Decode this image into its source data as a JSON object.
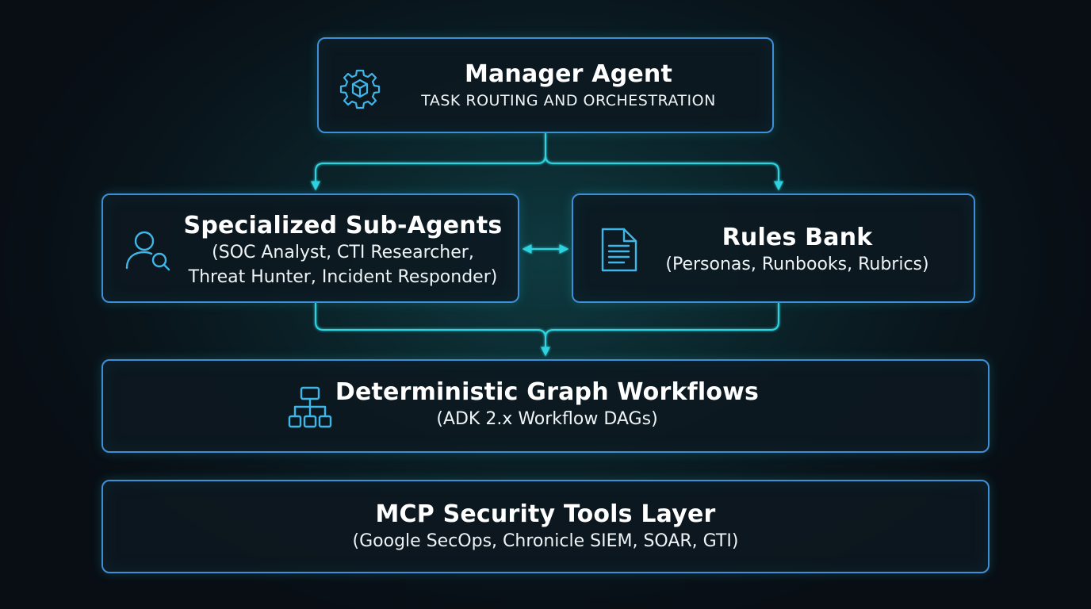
{
  "diagram": {
    "manager": {
      "title": "Manager Agent",
      "subtitle": "TASK ROUTING AND ORCHESTRATION",
      "icon": "gear-cube-icon"
    },
    "sub_agents": {
      "title": "Specialized Sub-Agents",
      "line1": "(SOC Analyst, CTI Researcher,",
      "line2": "Threat Hunter, Incident Responder)",
      "icon": "user-search-icon"
    },
    "rules_bank": {
      "title": "Rules Bank",
      "subtitle": "(Personas, Runbooks, Rubrics)",
      "icon": "document-icon"
    },
    "workflows": {
      "title": "Deterministic Graph Workflows",
      "subtitle": "(ADK 2.x Workflow DAGs)",
      "icon": "hierarchy-icon"
    },
    "tools": {
      "title": "MCP Security Tools Layer",
      "subtitle": "(Google SecOps, Chronicle SIEM, SOAR, GTI)"
    }
  },
  "colors": {
    "border": "#3f8fd8",
    "connector": "#2fd3e0",
    "icon": "#3fb6e8",
    "background": "#09141b"
  }
}
